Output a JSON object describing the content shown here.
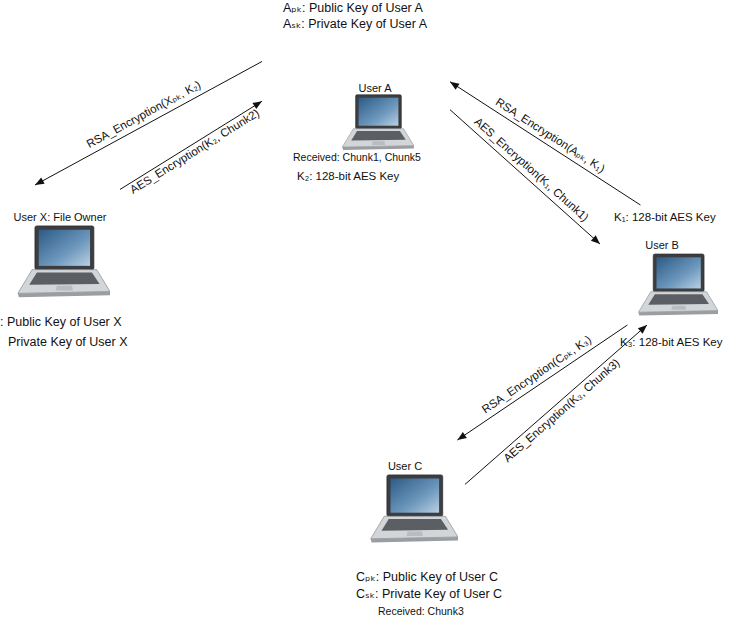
{
  "diagram": {
    "nodes": [
      {
        "text": [
          "User A"
        ]
      },
      {
        "text": [
          "User X: File Owner"
        ]
      },
      {
        "text": [
          "User B"
        ]
      },
      {
        "text": [
          "User C"
        ]
      }
    ],
    "edges": [
      {
        "from": 0,
        "to": 1,
        "label": "RSA_Encryption(Xₚₖ, K₂)",
        "arrow": "to"
      },
      {
        "from": 1,
        "to": 0,
        "label": "AES_Encryption(K₂, Chunk2)",
        "arrow": "to"
      },
      {
        "from": 2,
        "to": 0,
        "label": "RSA_Encryption(Aₚₖ, K₁)",
        "arrow": "to"
      },
      {
        "from": 0,
        "to": 2,
        "label": "AES_Encryption(K₁, Chunk1)",
        "arrow": "to"
      },
      {
        "from": 2,
        "to": 3,
        "label": "RSA_Encryption(Cₚₖ, K₃)",
        "arrow": "to"
      },
      {
        "from": 3,
        "to": 2,
        "label": "AES_Encryption(K₃, Chunk3)",
        "arrow": "to"
      }
    ],
    "labels": [
      "Aₚₖ: Public Key of User A",
      "Aₛₖ: Private Key of User A",
      "Received: Chunk1, Chunk5",
      "K₂: 128-bit AES Key",
      ": Public Key of User X",
      "Private Key of User X",
      "K₁: 128-bit AES Key",
      "K₃: 128-bit AES Key",
      "Cₚₖ: Public Key of User C",
      "Cₛₖ: Private Key of User C",
      "Received: Chunk3"
    ]
  }
}
